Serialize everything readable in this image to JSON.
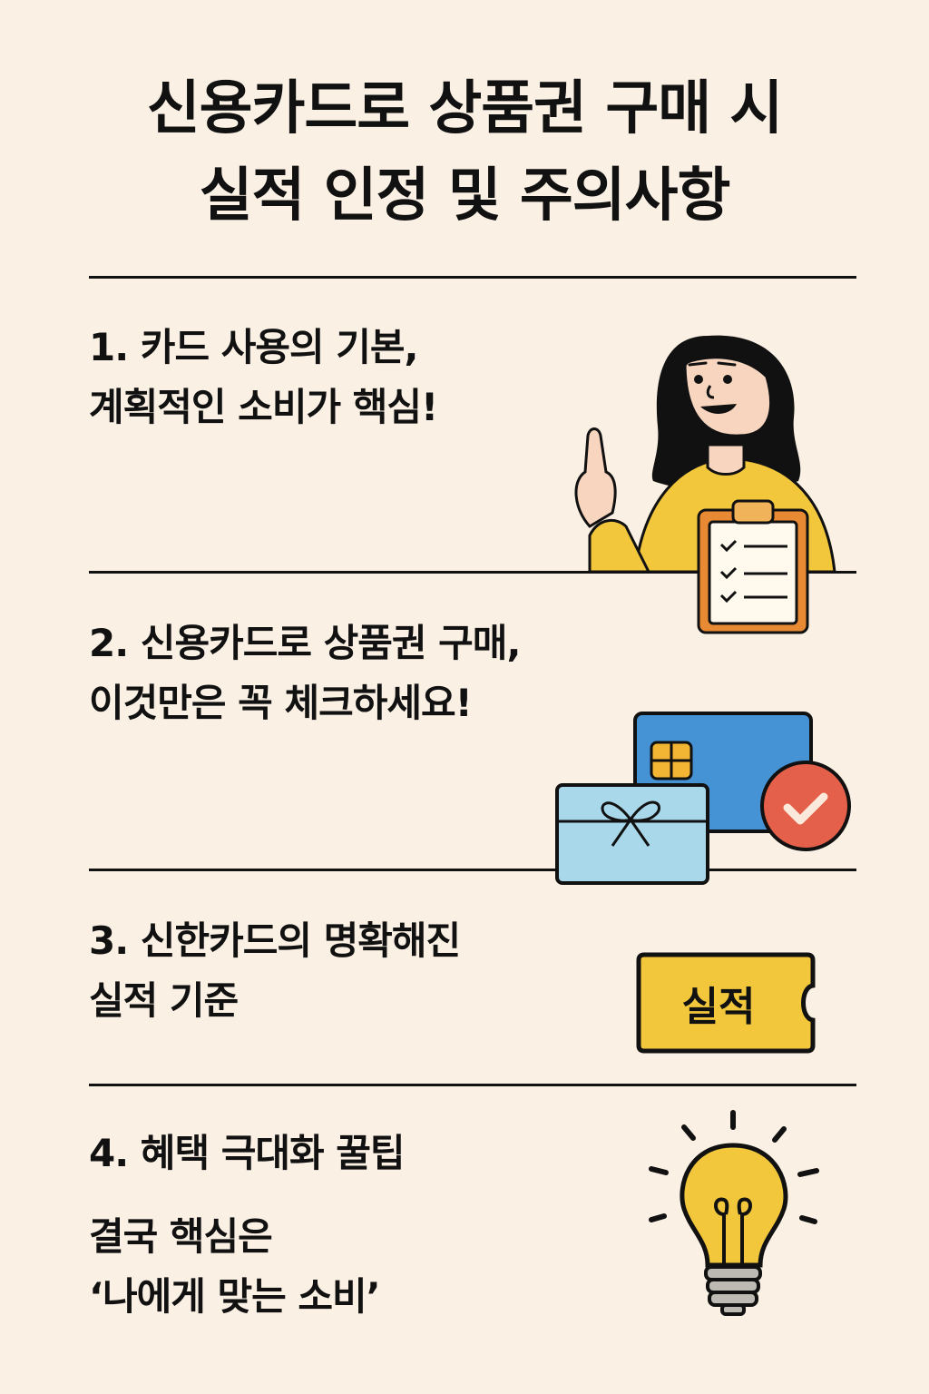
{
  "title": {
    "line1": "신용카드로 상품권 구매 시",
    "line2": "실적 인정 및 주의사항"
  },
  "sections": [
    {
      "heading_line1": "1. 카드 사용의 기본,",
      "heading_line2": "계획적인 소비가 핵심!",
      "illustration": "woman-pointing-with-checklist-clipboard"
    },
    {
      "heading_line1": "2. 신용카드로 상품권 구매,",
      "heading_line2": "이것만은 꼭 체크하세요!",
      "illustration": "credit-card-gift-card-check-badge"
    },
    {
      "heading_line1": "3. 신한카드의 명확해진",
      "heading_line2": "실적 기준",
      "illustration": "ticket",
      "ticket_label": "실적"
    },
    {
      "heading_line1": "4. 혜택 극대화 꿀팁",
      "body_line1": "결국 핵심은",
      "body_line2": "‘나에게 맞는 소비’",
      "illustration": "lightbulb"
    }
  ],
  "colors": {
    "background": "#fbf0e4",
    "text": "#111111",
    "yellow": "#f2c73c",
    "orange": "#e88a34",
    "card_blue": "#4592d4",
    "gift_blue": "#a8d8ea",
    "check_red": "#e4604a",
    "skin": "#f7d5bf"
  }
}
